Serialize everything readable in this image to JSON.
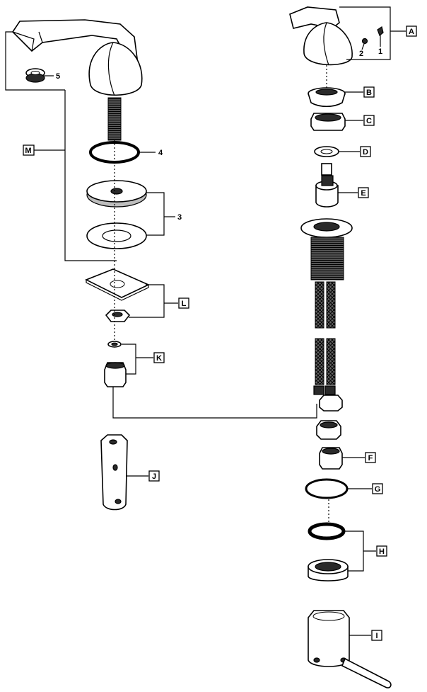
{
  "labels": {
    "A": "A",
    "B": "B",
    "C": "C",
    "D": "D",
    "E": "E",
    "F": "F",
    "G": "G",
    "H": "H",
    "I": "I",
    "J": "J",
    "K": "K",
    "L": "L",
    "M": "M"
  },
  "numbers": {
    "n1": "1",
    "n2": "2",
    "n3": "3",
    "n4": "4",
    "n5": "5"
  }
}
